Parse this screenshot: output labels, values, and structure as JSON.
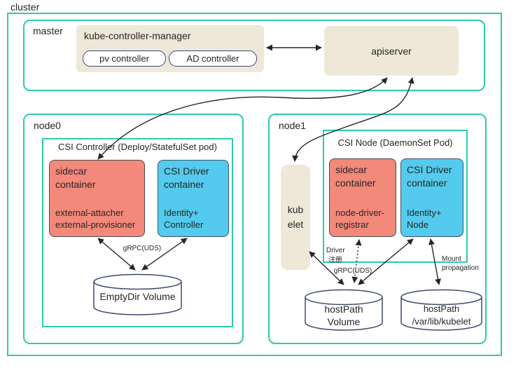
{
  "colors": {
    "teal": "#2BCCAD",
    "beige": "#EEE8D9",
    "salmon": "#F2897B",
    "blue": "#54CBEE",
    "outline": "#3E4A6E",
    "arrow": "#262626"
  },
  "cluster": {
    "label": "cluster"
  },
  "master": {
    "label": "master",
    "kube_controller_manager": {
      "title": "kube-controller-manager",
      "pv_controller": "pv controller",
      "ad_controller": "AD controller"
    },
    "apiserver": {
      "label": "apiserver"
    }
  },
  "node0": {
    "label": "node0",
    "pod_title": "CSI Controller (Deploy/StatefulSet pod)",
    "sidecar": {
      "title": [
        "sidecar",
        "container"
      ],
      "items": [
        "external-attacher",
        "external-provisioner"
      ]
    },
    "csi_driver": {
      "title": [
        "CSI Driver",
        "container"
      ],
      "items": [
        "Identity+",
        "Controller"
      ]
    },
    "grpc_label": "gRPC(UDS)",
    "emptydir_volume": {
      "line1": "EmptyDir Volume"
    }
  },
  "node1": {
    "label": "node1",
    "pod_title": "CSI Node (DaemonSet Pod)",
    "kubelet": {
      "line1": "kub",
      "line2": "elet"
    },
    "sidecar": {
      "title": [
        "sidecar",
        "container"
      ],
      "items": [
        "node-driver-",
        "registrar"
      ]
    },
    "csi_driver": {
      "title": [
        "CSI Driver",
        "container"
      ],
      "items": [
        "Identity+",
        "Node"
      ]
    },
    "driver_register_label": [
      "Driver",
      "注册"
    ],
    "grpc_label": "gRPC(UDS)",
    "mount_label": [
      "Mount",
      "propagation"
    ],
    "hostpath_volume": {
      "line1": "hostPath",
      "line2": "Volume"
    },
    "hostpath_kubelet": {
      "line1": "hostPath",
      "line2": "/var/lib/kubelet"
    }
  }
}
